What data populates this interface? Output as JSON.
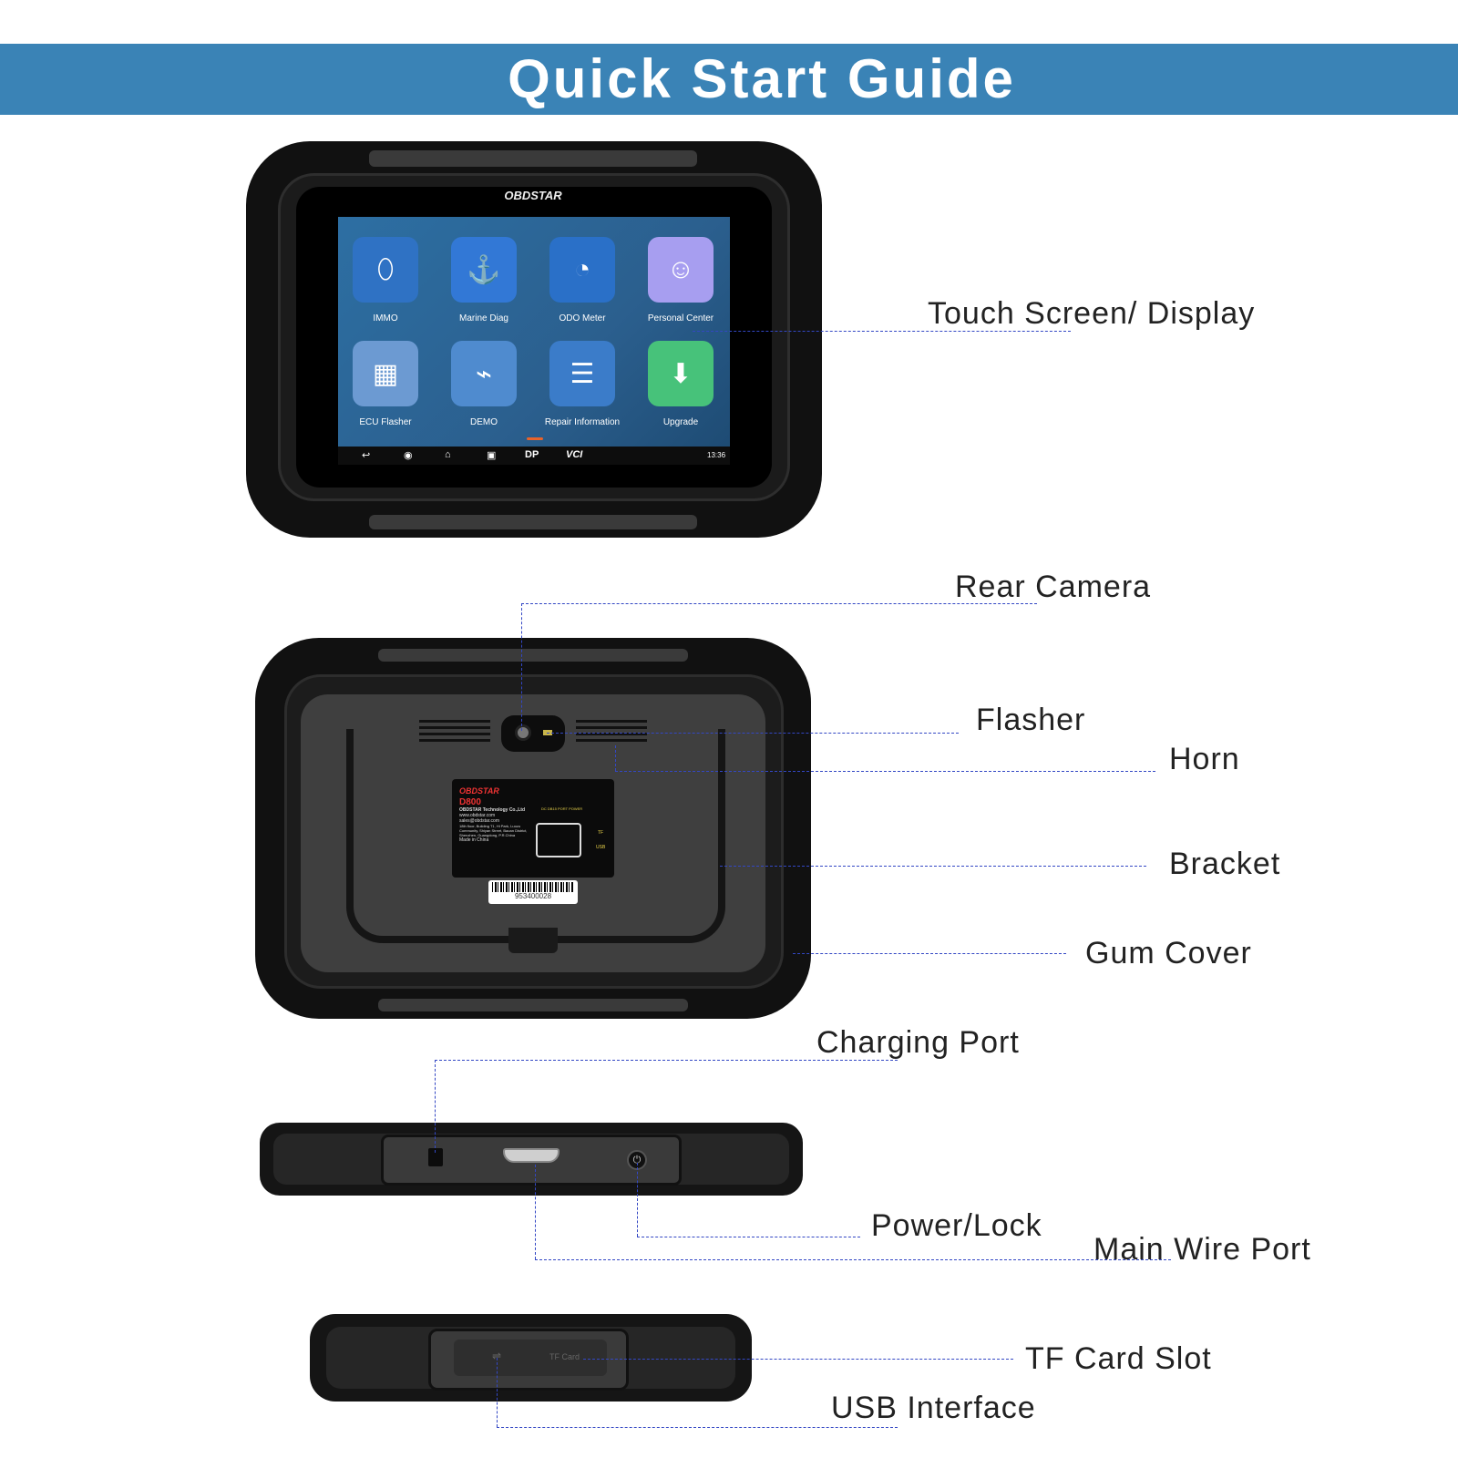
{
  "title": "Quick Start Guide",
  "screen": {
    "brand": "OBDSTAR",
    "apps": [
      {
        "label": "IMMO",
        "icon": "key-fob-icon",
        "color": "#2f72c4"
      },
      {
        "label": "Marine Diag",
        "icon": "marine-icon",
        "color": "#3278d6"
      },
      {
        "label": "ODO Meter",
        "icon": "speedometer-icon",
        "color": "#2a70c8"
      },
      {
        "label": "Personal Center",
        "icon": "user-icon",
        "color": "#a79ef0"
      },
      {
        "label": "ECU Flasher",
        "icon": "ecu-icon",
        "color": "#6c9ad2"
      },
      {
        "label": "DEMO",
        "icon": "presentation-icon",
        "color": "#4f8bcf"
      },
      {
        "label": "Repair Information",
        "icon": "document-icon",
        "color": "#3b7cc9"
      },
      {
        "label": "Upgrade",
        "icon": "download-icon",
        "color": "#47c27a"
      }
    ],
    "nav": {
      "dp": "DP",
      "vci": "VCI",
      "time": "13:36"
    }
  },
  "rear_label": {
    "brand": "OBDSTAR",
    "model": "D800",
    "company": "OBDSTAR Technology Co.,Ltd",
    "web": "www.obdstar.com",
    "email": "sales@obdstar.com",
    "address": "18th floor, Building T1, Hi Park, Luozu Community, Shiyan Street, Baoan District, Shenzhen, Guangdong, P.R.China",
    "made_in": "Made in China",
    "ports_top": "DC  DB15 PORT  POWER",
    "port_tf": "TF",
    "port_usb": "USB",
    "barcode": "953400028"
  },
  "bottom_slot": {
    "tf": "TF Card"
  },
  "callouts": {
    "touch_screen": "Touch Screen/ Display",
    "rear_camera": "Rear Camera",
    "flasher": "Flasher",
    "horn": "Horn",
    "bracket": "Bracket",
    "gum_cover": "Gum Cover",
    "charging_port": "Charging Port",
    "power_lock": "Power/Lock",
    "main_wire_port": "Main Wire Port",
    "tf_card_slot": "TF Card Slot",
    "usb_interface": "USB Interface"
  }
}
